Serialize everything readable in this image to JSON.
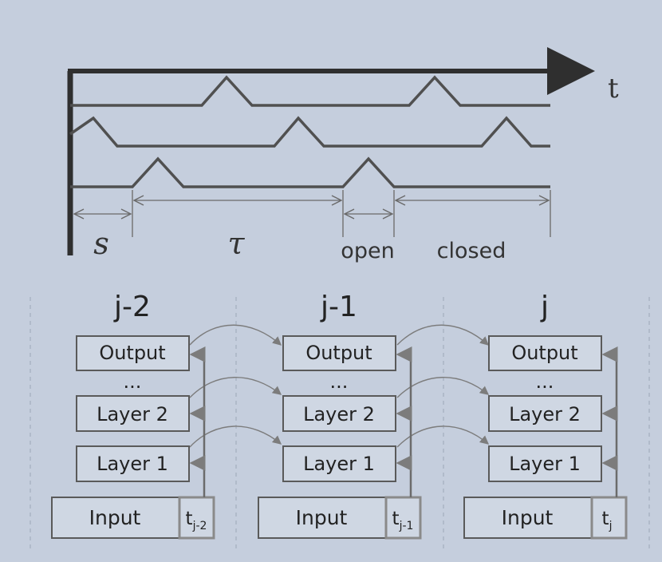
{
  "timeline": {
    "axis_label": "t",
    "label_s": "s",
    "label_tau": "τ",
    "label_open": "open",
    "label_closed": "closed"
  },
  "columns": [
    {
      "header": "j-2",
      "output": "Output",
      "dots": "...",
      "layer2": "Layer 2",
      "layer1": "Layer 1",
      "input": "Input",
      "t_base": "t",
      "t_sub": "j-2"
    },
    {
      "header": "j-1",
      "output": "Output",
      "dots": "...",
      "layer2": "Layer 2",
      "layer1": "Layer 1",
      "input": "Input",
      "t_base": "t",
      "t_sub": "j-1"
    },
    {
      "header": "j",
      "output": "Output",
      "dots": "...",
      "layer2": "Layer 2",
      "layer1": "Layer 1",
      "input": "Input",
      "t_base": "t",
      "t_sub": "j"
    }
  ],
  "colors": {
    "background": "#c5cedd",
    "axis": "#2f2f2f",
    "trace": "#505050",
    "box_fill": "#cfd7e3",
    "box_stroke": "#5a5a5a",
    "arrow": "#7c7c7c",
    "tbox_stroke": "#8a8a8a"
  }
}
